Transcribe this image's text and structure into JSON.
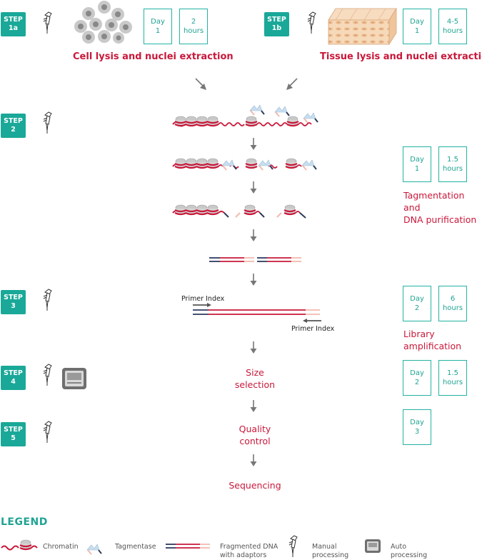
{
  "steps": {
    "s1a": [
      "STEP",
      "1a"
    ],
    "s1b": [
      "STEP",
      "1b"
    ],
    "s2": [
      "STEP",
      "2"
    ],
    "s3": [
      "STEP",
      "3"
    ],
    "s4": [
      "STEP",
      "4"
    ],
    "s5": [
      "STEP",
      "5"
    ]
  },
  "timing": {
    "s1a_day": [
      "Day",
      "1"
    ],
    "s1a_time": [
      "2",
      "hours"
    ],
    "s1b_day": [
      "Day",
      "1"
    ],
    "s1b_time": [
      "4-5",
      "hours"
    ],
    "s2_day": [
      "Day",
      "1"
    ],
    "s2_time": [
      "1.5",
      "hours"
    ],
    "s3_day": [
      "Day",
      "2"
    ],
    "s3_time": [
      "6",
      "hours"
    ],
    "s4_day": [
      "Day",
      "2"
    ],
    "s4_time": [
      "1.5",
      "hours"
    ],
    "s5_day": [
      "Day",
      "3"
    ]
  },
  "titles": {
    "cell_lysis": "Cell lysis and nuclei extraction",
    "tissue_lysis": "Tissue lysis and nuclei extraction"
  },
  "side_labels": {
    "tagmentation": [
      "Tagmentation and",
      "DNA purification"
    ],
    "library": [
      "Library",
      "amplification"
    ]
  },
  "center_labels": {
    "size_selection": [
      "Size",
      "selection"
    ],
    "quality_control": [
      "Quality",
      "control"
    ],
    "sequencing": "Sequencing"
  },
  "primer_labels": {
    "top": "Primer Index",
    "bottom": "Primer Index"
  },
  "legend": {
    "title": "LEGEND",
    "chromatin": "Chromatin",
    "tagmentase": "Tagmentase",
    "fragmented_dna": [
      "Fragmented DNA",
      "with adaptors"
    ],
    "manual": [
      "Manual",
      "processing"
    ],
    "auto": [
      "Auto",
      "processing"
    ]
  },
  "colors": {
    "teal": "#1aa898",
    "red": "#c8183a",
    "navy": "#2c3a5e",
    "pink": "#f3b9ad",
    "gray": "#777777"
  },
  "icons": [
    "pipette-icon",
    "cells-icon",
    "tissue-icon",
    "instrument-icon",
    "chromatin-icon",
    "tagmentase-icon",
    "dna-fragment-icon",
    "arrow-down-icon"
  ]
}
